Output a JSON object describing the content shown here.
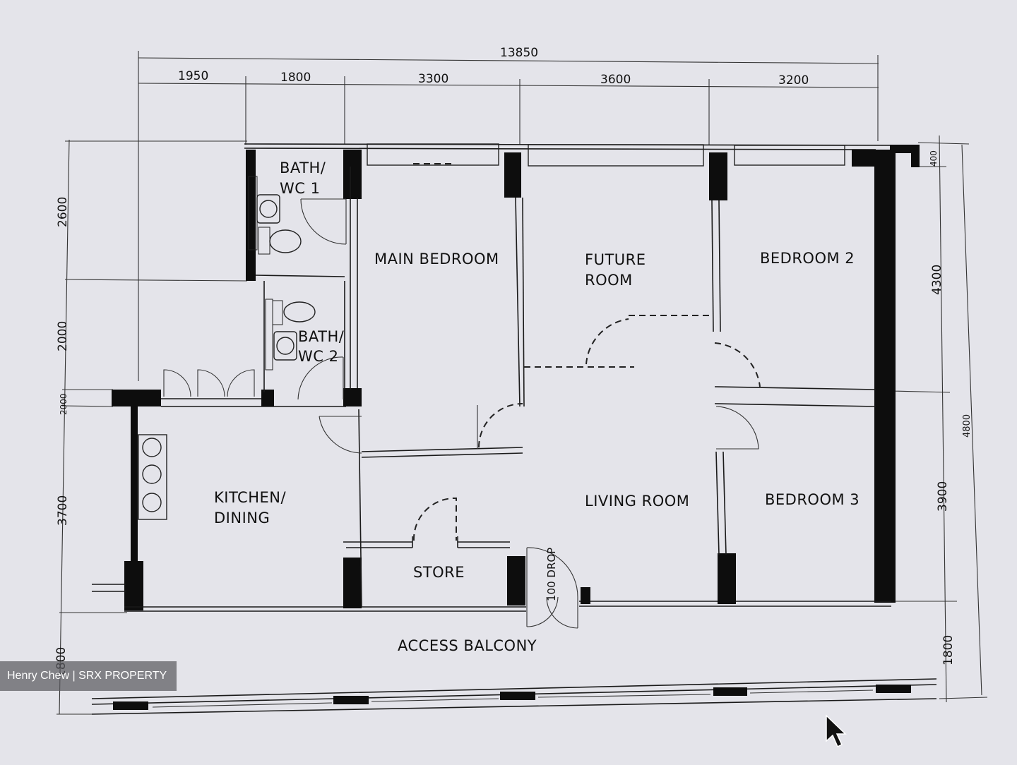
{
  "dimensions": {
    "total_width": "13850",
    "segments_top": [
      "1950",
      "1800",
      "3300",
      "3600",
      "3200"
    ],
    "left_side": [
      "2600",
      "2000",
      "2000",
      "3700",
      "1800"
    ],
    "right_side": [
      "400",
      "4300",
      "4800",
      "3900",
      "1800"
    ],
    "drop_label": "100 DROP"
  },
  "rooms": {
    "bath1_line1": "BATH/",
    "bath1_line2": "WC  1",
    "bath2_line1": "BATH/",
    "bath2_line2": "WC  2",
    "main_bedroom": "MAIN  BEDROOM",
    "future_line1": "FUTURE",
    "future_line2": "ROOM",
    "bedroom2": "BEDROOM  2",
    "kitchen_line1": "KITCHEN/",
    "kitchen_line2": "DINING",
    "living_room": "LIVING  ROOM",
    "bedroom3": "BEDROOM  3",
    "store": "STORE",
    "access_balcony": "ACCESS  BALCONY"
  },
  "watermark": "Henry Chew | SRX PROPERTY"
}
